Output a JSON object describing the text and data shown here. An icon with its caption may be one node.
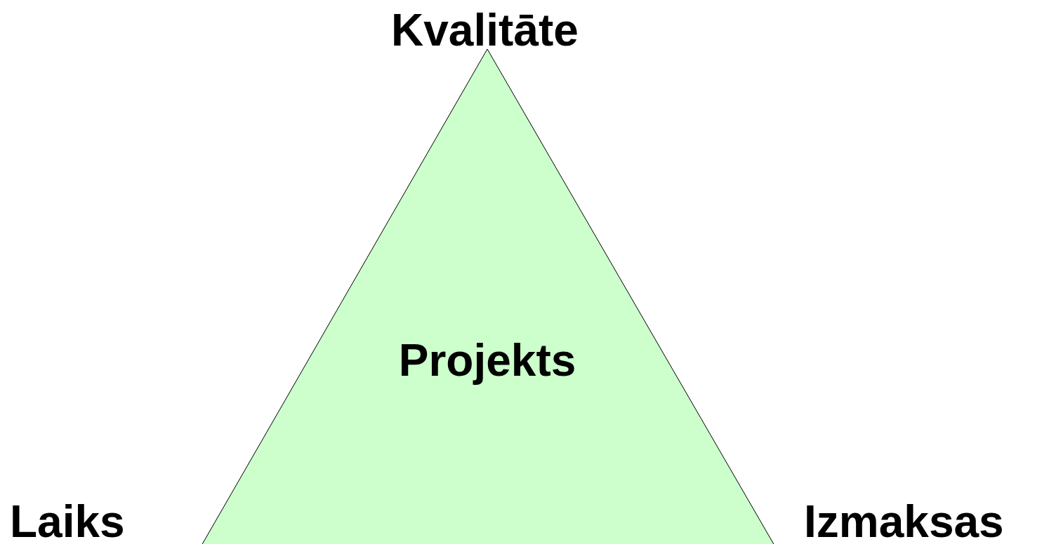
{
  "diagram": {
    "nodes": [
      {
        "text": [
          "Projekts"
        ]
      }
    ],
    "labels": [
      "Kvalitāte",
      "Laiks",
      "Izmaksas"
    ]
  }
}
